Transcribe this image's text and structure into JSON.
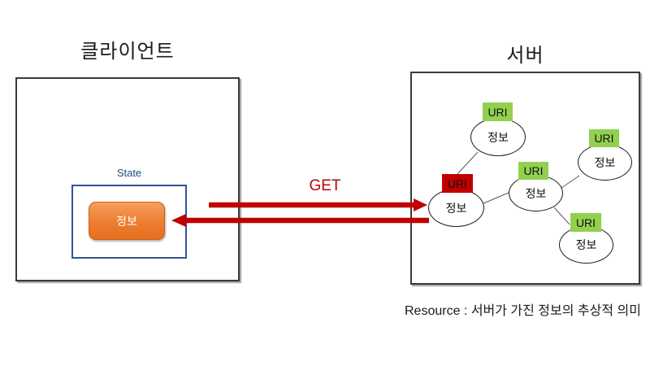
{
  "diagram": {
    "client": {
      "title": "클라이언트",
      "state_label": "State",
      "info_label": "정보"
    },
    "transfer": {
      "get_label": "GET"
    },
    "server": {
      "title": "서버",
      "nodes": [
        {
          "id": "top",
          "uri_label": "URI",
          "info_label": "정보",
          "badge": "green"
        },
        {
          "id": "right",
          "uri_label": "URI",
          "info_label": "정보",
          "badge": "green"
        },
        {
          "id": "center",
          "uri_label": "URI",
          "info_label": "정보",
          "badge": "green"
        },
        {
          "id": "left",
          "uri_label": "URI",
          "info_label": "정보",
          "badge": "red"
        },
        {
          "id": "bottom",
          "uri_label": "URI",
          "info_label": "정보",
          "badge": "green"
        }
      ]
    },
    "caption": "Resource : 서버가 가진 정보의 추상적 의미",
    "colors": {
      "arrow_red": "#C00000",
      "badge_green": "#92D050",
      "badge_red": "#C00000",
      "state_blue": "#2E5597",
      "info_orange": "#ED7D31"
    }
  }
}
